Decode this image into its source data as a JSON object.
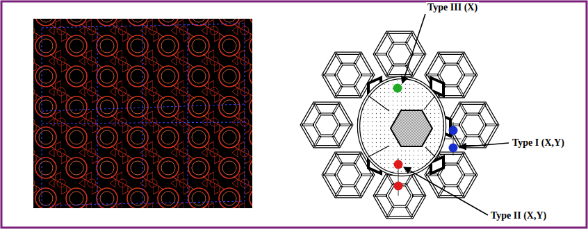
{
  "diagram": {
    "labels": [
      "Type III (X)",
      "Type I (X,Y)",
      "Type II (X,Y)"
    ]
  }
}
